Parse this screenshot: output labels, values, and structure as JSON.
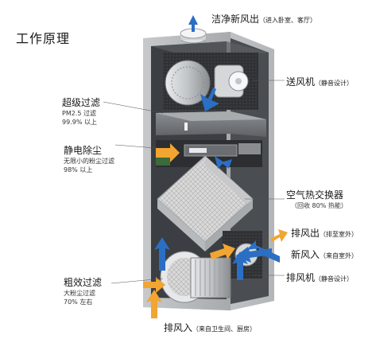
{
  "title": "工作原理",
  "top_output": {
    "main": "洁净新风出",
    "note": "（进入卧室、客厅）"
  },
  "right_labels": {
    "supply_fan": {
      "main": "送风机",
      "note": "（静音设计）"
    },
    "heat_exchanger": {
      "main": "空气热交换器",
      "note": "（回收 80% 热能）"
    },
    "exhaust_out": {
      "main": "排风出",
      "note": "（排至室外）"
    },
    "fresh_in": {
      "main": "新风入",
      "note": "（来自室外）"
    },
    "exhaust_fan": {
      "main": "排风机",
      "note": "（静音设计）"
    }
  },
  "left_labels": {
    "super_filter": {
      "main": "超级过滤",
      "line1": "PM2.5 过滤",
      "line2": "99.9% 以上"
    },
    "electrostatic": {
      "main": "静电除尘",
      "line1": "无限小的粉尘过滤",
      "line2": "98% 以上"
    },
    "coarse_filter": {
      "main": "粗效过滤",
      "line1": "大粉尘过滤",
      "line2": "70% 左右"
    }
  },
  "bottom_input": {
    "main": "排风入",
    "note": "（来自卫生间、厨房）"
  },
  "colors": {
    "blue_arrow": "#2a6fc4",
    "orange_arrow": "#f2a531",
    "frame": "#b9bcbe",
    "interior": "#3a3d40"
  }
}
